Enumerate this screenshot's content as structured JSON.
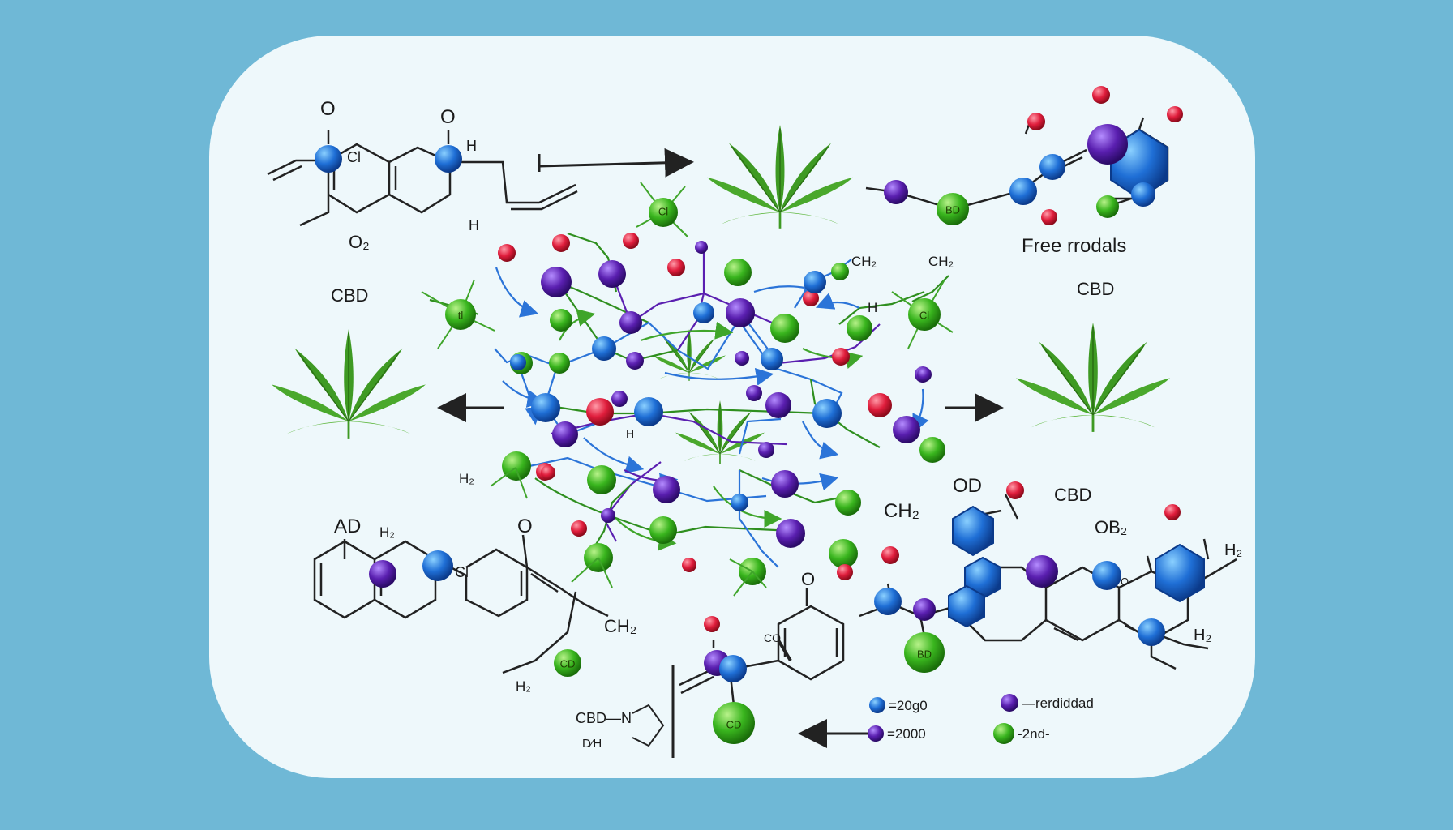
{
  "colors": {
    "background": "#6fb8d6",
    "card": "#eef8fb",
    "atom_blue": "#1f6fd6",
    "atom_purple": "#5a1fb0",
    "atom_green": "#39b51e",
    "atom_red": "#e01d3c",
    "leaf": "#3e9a23",
    "bond": "#222222",
    "arrow_blue": "#2b74d8",
    "arrow_green": "#3fa52a"
  },
  "labels": {
    "cbd_top_left": "CBD",
    "cbd_top_right": "CBD",
    "cbd_mid_right": "CBD",
    "free_radicals": "Free rrodals",
    "ad": "AD",
    "cbd_n": "CBD—N"
  },
  "atom_labels": {
    "cl": "Cl",
    "h": "H",
    "o": "O",
    "ch2": "CH₂",
    "bd": "BD",
    "cd": "CD",
    "co": "CO",
    "h2": "H₂",
    "od": "OD",
    "ob2": "OB₂",
    "o2": "O₂",
    "dh": "D⁄H",
    "tl": "tl",
    "n": "N"
  },
  "legend": {
    "items": [
      {
        "text": "=20g0",
        "color_key": "atom_blue"
      },
      {
        "text": "=2000",
        "color_key": "atom_purple"
      },
      {
        "text": "—rerdiddad",
        "color_key": "atom_purple"
      },
      {
        "text": "-2nd-",
        "color_key": "atom_green"
      }
    ]
  }
}
